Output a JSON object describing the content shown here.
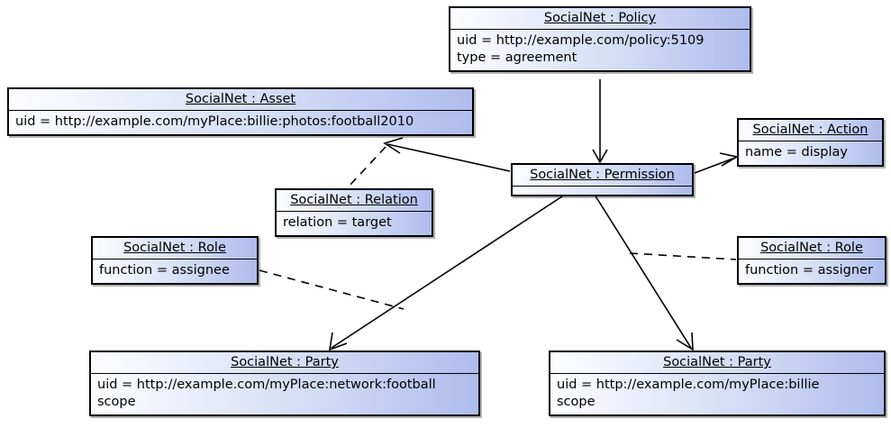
{
  "diagram": {
    "type": "uml-object-diagram",
    "title": "SocialNet Policy Permission Object Diagram",
    "background_color": "#ffffff",
    "node_fill_start": "#fdfdff",
    "node_fill_end": "#aebced",
    "node_border_color": "#000000",
    "edge_color": "#000000"
  },
  "nodes": [
    {
      "id": "policy",
      "title": "SocialNet : Policy",
      "attributes": "uid = http://example.com/policy:5109\ntype = agreement"
    },
    {
      "id": "asset",
      "title": "SocialNet : Asset",
      "attributes": "uid = http://example.com/myPlace:billie:photos:football2010"
    },
    {
      "id": "action",
      "title": "SocialNet : Action",
      "attributes": "name = display"
    },
    {
      "id": "permission",
      "title": "SocialNet : Permission",
      "attributes": ""
    },
    {
      "id": "relation",
      "title": "SocialNet : Relation",
      "attributes": "relation = target"
    },
    {
      "id": "role_left",
      "title": "SocialNet : Role",
      "attributes": "function = assignee"
    },
    {
      "id": "role_right",
      "title": "SocialNet : Role",
      "attributes": "function = assigner"
    },
    {
      "id": "party_left",
      "title": "SocialNet : Party",
      "attributes": "uid = http://example.com/myPlace:network:football\nscope"
    },
    {
      "id": "party_right",
      "title": "SocialNet : Party",
      "attributes": "uid = http://example.com/myPlace:billie\nscope"
    }
  ],
  "edges": [
    {
      "id": "policy-permission",
      "from": "policy",
      "to": "permission",
      "style": "solid",
      "arrow": "open"
    },
    {
      "id": "permission-asset",
      "from": "permission",
      "to": "asset",
      "style": "solid",
      "arrow": "open"
    },
    {
      "id": "permission-action",
      "from": "permission",
      "to": "action",
      "style": "solid",
      "arrow": "open"
    },
    {
      "id": "permission-party-left",
      "from": "permission",
      "to": "party_left",
      "style": "solid",
      "arrow": "open"
    },
    {
      "id": "permission-party-right",
      "from": "permission",
      "to": "party_right",
      "style": "solid",
      "arrow": "open"
    },
    {
      "id": "asset-relation",
      "from": "asset",
      "to": "relation",
      "style": "dashed",
      "arrow": "none"
    },
    {
      "id": "permission-role-right",
      "from": "permission",
      "to": "role_right",
      "style": "dashed",
      "arrow": "none"
    },
    {
      "id": "role-left-party-left",
      "from": "role_left",
      "to": "party_left",
      "style": "dashed",
      "arrow": "none"
    }
  ]
}
